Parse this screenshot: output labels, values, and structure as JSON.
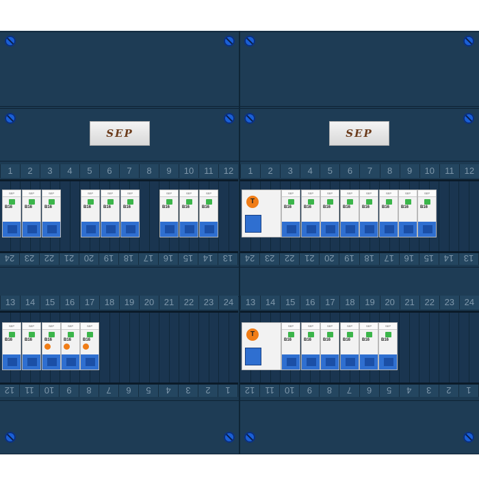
{
  "logo_text": "SEP",
  "rcd_button_label": "T",
  "top_strip_numbers": [
    "1",
    "2",
    "3",
    "4",
    "5",
    "6",
    "7",
    "8",
    "9",
    "10",
    "11",
    "12"
  ],
  "upper_under_numbers": [
    "13",
    "14",
    "15",
    "16",
    "17",
    "18",
    "19",
    "20",
    "21",
    "22",
    "23",
    "24"
  ],
  "lower_top_numbers": [
    "13",
    "14",
    "15",
    "16",
    "17",
    "18",
    "19",
    "20",
    "21",
    "22",
    "23",
    "24"
  ],
  "lower_under_numbers": [
    "1",
    "2",
    "3",
    "4",
    "5",
    "6",
    "7",
    "8",
    "9",
    "10",
    "11",
    "12"
  ],
  "breaker_rating": "B16",
  "breaker_header": "SEP"
}
